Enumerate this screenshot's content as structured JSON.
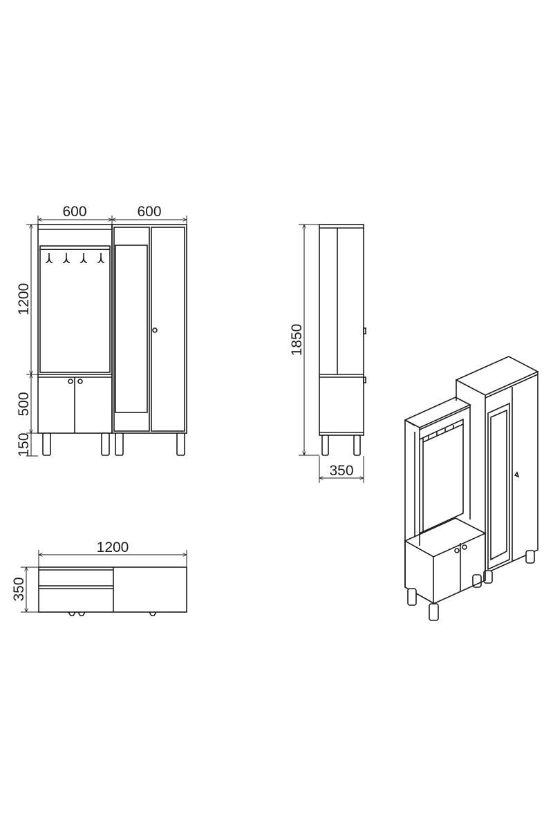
{
  "views": {
    "front": {
      "width_left": "600",
      "width_right": "600",
      "height_upper": "1200",
      "height_lower": "500",
      "height_legs": "150"
    },
    "side": {
      "height_total": "1850",
      "depth": "350"
    },
    "top": {
      "width_total": "1200",
      "depth": "350"
    }
  },
  "colors": {
    "line": "#1a1a1a",
    "background": "#ffffff"
  }
}
